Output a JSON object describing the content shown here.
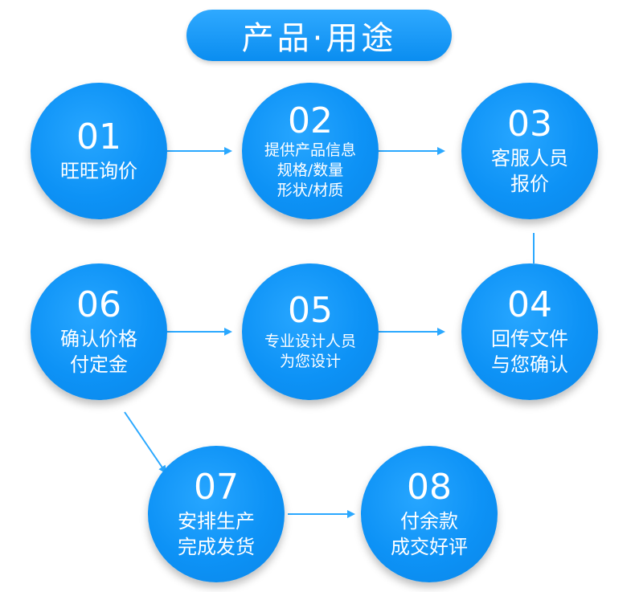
{
  "title": "产品·用途",
  "steps": [
    {
      "num": "01",
      "lines": [
        "旺旺询价"
      ]
    },
    {
      "num": "02",
      "lines": [
        "提供产品信息",
        "规格/数量",
        "形状/材质"
      ]
    },
    {
      "num": "03",
      "lines": [
        "客服人员",
        "报价"
      ]
    },
    {
      "num": "04",
      "lines": [
        "回传文件",
        "与您确认"
      ]
    },
    {
      "num": "05",
      "lines": [
        "专业设计人员",
        "为您设计"
      ]
    },
    {
      "num": "06",
      "lines": [
        "确认价格",
        "付定金"
      ]
    },
    {
      "num": "07",
      "lines": [
        "安排生产",
        "完成发货"
      ]
    },
    {
      "num": "08",
      "lines": [
        "付余款",
        "成交好评"
      ]
    }
  ],
  "colors": {
    "circle": "#0d92f6",
    "title_bg": "#1a9bfa",
    "connector": "#2aa8ff",
    "text": "#ffffff"
  }
}
